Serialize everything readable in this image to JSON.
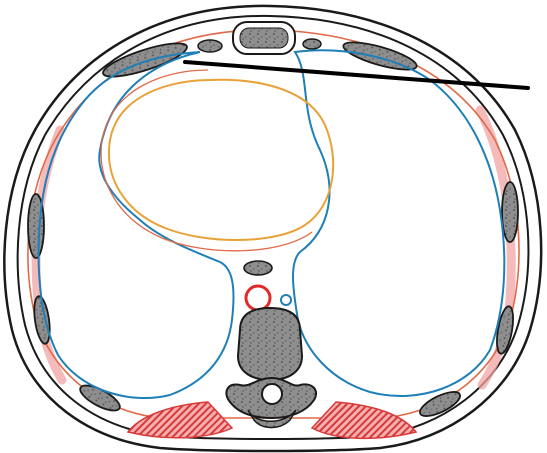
{
  "figure": {
    "labels": [],
    "colors": {
      "background": "#ffffff",
      "outline": "#1a1a1a",
      "bone_fill": "#8e8e8e",
      "bone_speckle": "#5a5a5a",
      "pleura": "#1f7fb8",
      "pericardium": "#e8a23a",
      "mediastinal_line": "#e06a4a",
      "muscle_tint": "#f2a3a3",
      "muscle_stripes": "#d83a3a",
      "aorta": "#e02a2a",
      "vena_cava": "#1f7fb8",
      "pointer_line": "#000000"
    },
    "structures": [
      "body-wall",
      "sternum",
      "rib-cross-sections",
      "intercostal-muscle-band",
      "right-pleural-cavity",
      "left-pleural-cavity",
      "pericardium",
      "esophagus",
      "aorta",
      "azygos-vein",
      "vertebral-body",
      "spinal-canal",
      "paraspinal-muscles",
      "pointer-line"
    ]
  }
}
